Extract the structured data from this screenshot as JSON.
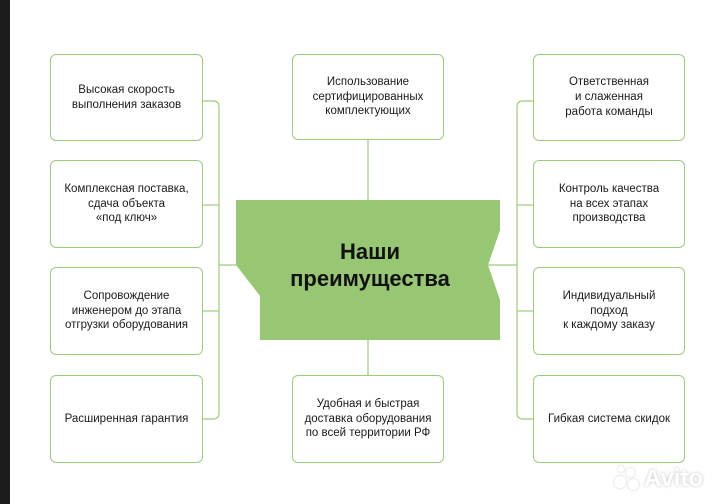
{
  "center": {
    "title": "Наши\nпреимущества",
    "fill": "#98c773"
  },
  "colors": {
    "connector": "#9ccc7a",
    "box_border": "#9ccc7a"
  },
  "left_column": [
    "Высокая скорость\nвыполнения заказов",
    "Комплексная поставка,\nсдача объекта\n«под ключ»",
    "Сопровождение\nинженером до этапа\nотгрузки оборудования",
    "Расширенная гарантия"
  ],
  "right_column": [
    "Ответственная\nи слаженная\nработа команды",
    "Контроль качества\nна всех этапах\nпроизводства",
    "Индивидуальный\nподход\nк каждому заказу",
    "Гибкая система скидок"
  ],
  "top_box": "Использование\nсертифицированных\nкомплектующих",
  "bottom_box": "Удобная и быстрая\nдоставка оборудования\nпо всей территории РФ",
  "watermark": "Avito"
}
